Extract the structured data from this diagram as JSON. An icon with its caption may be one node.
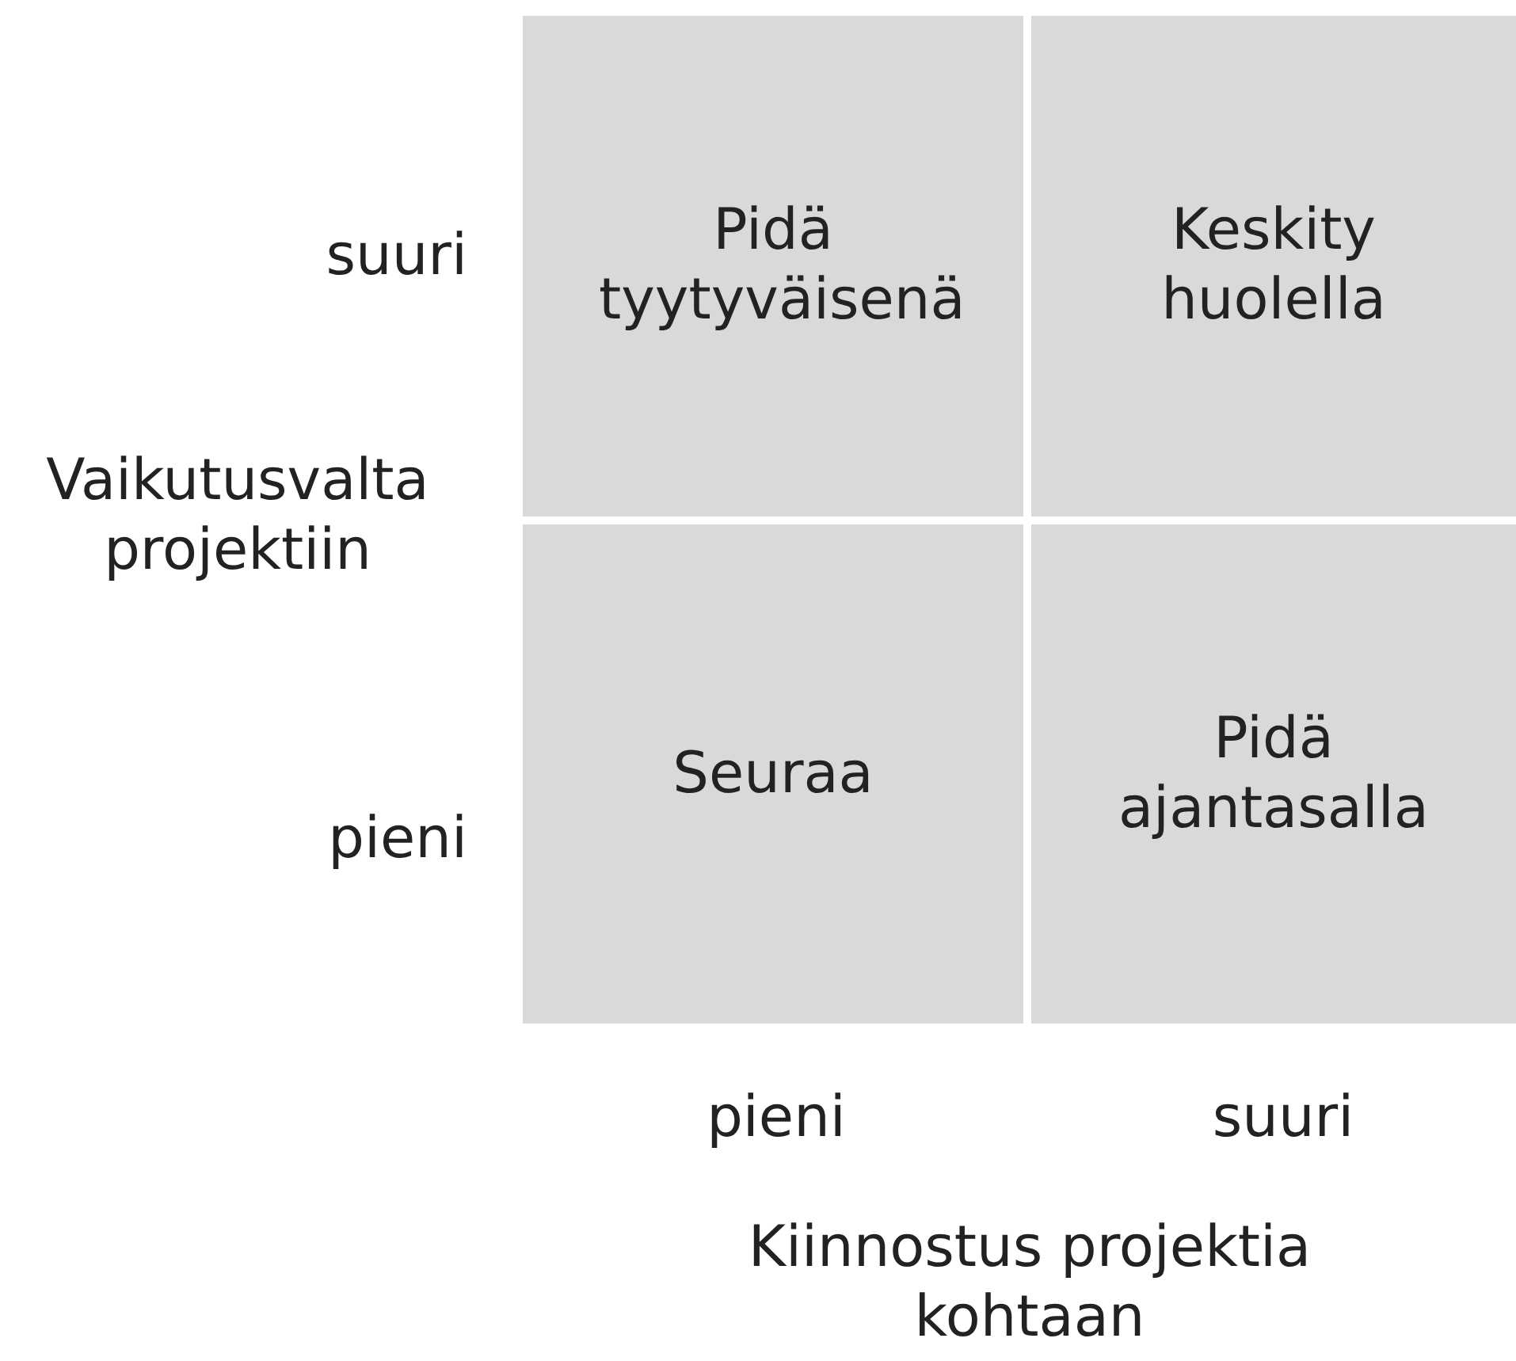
{
  "diagram": {
    "nodes": [
      {
        "text": [
          "Pidä tyytyväisenä"
        ]
      },
      {
        "text": [
          "Keskity huolella"
        ]
      },
      {
        "text": [
          "Seuraa"
        ]
      },
      {
        "text": [
          "Pidä ajantasalla"
        ]
      }
    ],
    "labels": [
      "suuri",
      "Vaikutusvalta projektiin",
      "pieni",
      "pieni",
      "suuri",
      "Kiinnostus projektia kohtaan"
    ]
  }
}
